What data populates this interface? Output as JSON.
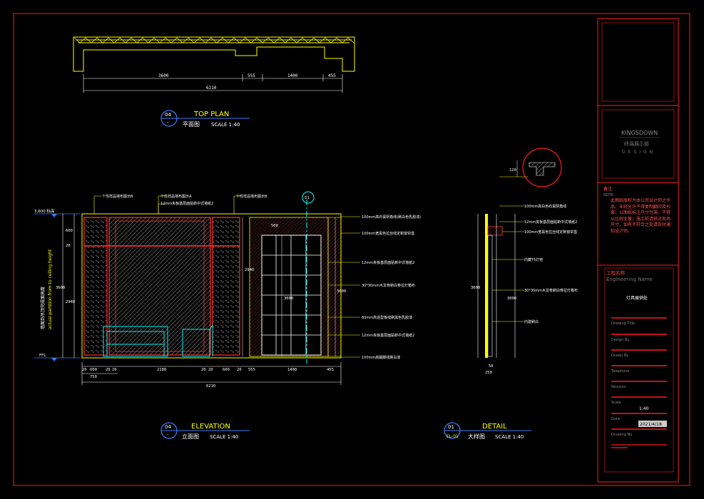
{
  "colors": {
    "frame": "#ff1a1a",
    "wall": "#ffff00",
    "dim": "#ffffff",
    "leader": "#ffff00",
    "cyan": "#00ffff",
    "wood": "#ff3333",
    "pattern": "#8a8a8a",
    "text": "#ffffff"
  },
  "top_plan": {
    "badge_num": "04",
    "badge_sub": "-",
    "title": "TOP PLAN",
    "subtitle": "平面图",
    "scale": "SCALE 1:40",
    "dims": [
      "3600",
      "555",
      "1400",
      "455"
    ],
    "total": "6210"
  },
  "elevation": {
    "badge_num": "04",
    "badge_sub": "-",
    "title": "ELEVATION",
    "subtitle": "立面图",
    "scale": "SCALE 1:40",
    "level_top": "3,600 标高",
    "level_bottom": "FFL",
    "left_dims": [
      "600",
      "20",
      "2940"
    ],
    "height_total": "3600",
    "bottom_dims_a": [
      "20",
      "600",
      "20",
      "20",
      "2180",
      "20",
      "20",
      "600",
      "20",
      "555",
      "1400",
      "455"
    ],
    "bottom_dims_b": [
      "750",
      "6210"
    ],
    "vertical_caption_cn": "墙面到吊顶完成面高度",
    "vertical_caption_en": "actual partition from to ceiling height",
    "inner_dims": [
      "2940",
      "3000",
      "3600",
      "500"
    ],
    "callouts_top": [
      "个性样品墙布图示B",
      "个性样品墙布图示A",
      "12mm夹板基层面贴新中式墙纸2",
      "个性样品墙布图示B"
    ],
    "callouts_right": [
      "100mm高石膏阴角线(刷白色乳胶漆)",
      "100mm宽黑色拉丝线定制窗帘盒",
      "12mm夹板基层面贴新中式墙纸2",
      "30*30mm木龙骨刷白骨拉灯箱布",
      "60mm高造型板线刷黑色乳胶漆",
      "12mm夹板基层面贴新中式墙纸2",
      "100mm高踢脚线刷白漆"
    ],
    "section_mark": "01"
  },
  "detail": {
    "badge_num": "01",
    "badge_sub": "EL-01",
    "title": "DETAIL",
    "subtitle": "大样图",
    "scale": "SCALE 1:40",
    "callouts": [
      "100mm高白色石膏阴角线",
      "12mm夹板基层面贴新中式墙纸2",
      "100mm宽黑色拉丝线定制窗帘盒",
      "内藏T5灯管",
      "30*30mm木龙骨刷白骨拉灯箱布",
      "内建刷白"
    ],
    "dims": [
      "3600",
      "3000",
      "120",
      "250",
      "50"
    ]
  },
  "title_block": {
    "company": "KINGSDOWN",
    "company_cn": "终端展示部",
    "company_sub": "DESIGN",
    "note_label": "备注",
    "note_en": "NOTE",
    "note_text": "此图纸版权为本公司设计师之作品，未经允许不得复制翻印及抄袭；以图纸标注尺寸为准，不得以比例丈量；施工前请核对现场尺寸，如有不符合之处请及时通知设计师。",
    "project_label": "工程名称",
    "project_label_en": "Engineering Name",
    "project_name": "灯具展销处",
    "fields": [
      "Drawing Title",
      "Design By",
      "Drawn By",
      "Telephone",
      "Revision",
      "Scale",
      "Date",
      "Drawing No"
    ],
    "scale_value": "1:40",
    "date_value": "2021/4/18"
  }
}
